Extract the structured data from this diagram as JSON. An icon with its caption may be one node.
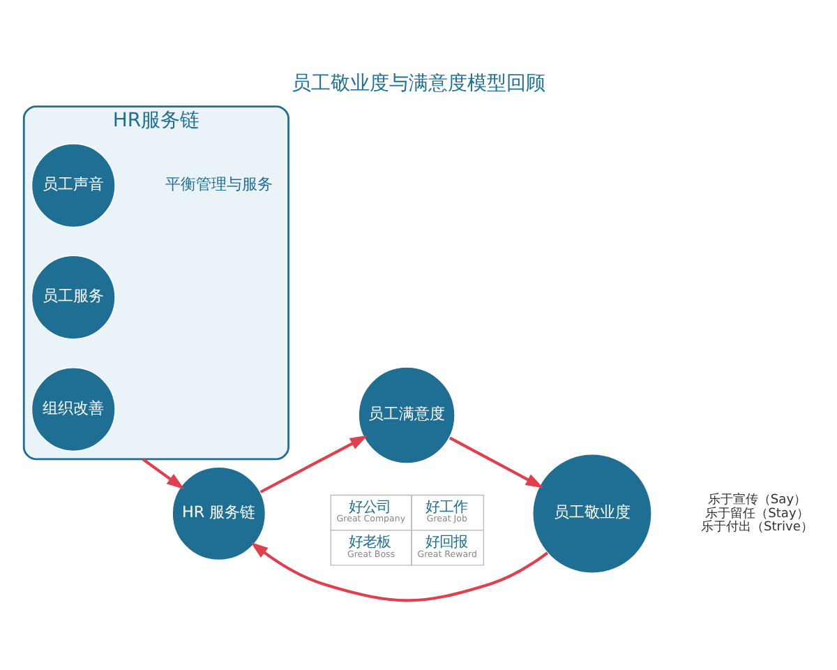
{
  "diagram": {
    "title": "员工敬业度与满意度模型回顾",
    "nodes": [
      {
        "text": [
          "HR服务链"
        ],
        "beside": [
          "平衡管理与服务"
        ]
      },
      {
        "text": [
          "组织改善"
        ],
        "in": 0
      },
      {
        "text": [
          "员工服务"
        ],
        "in": 0
      },
      {
        "text": [
          "员工声音"
        ],
        "in": 0
      },
      {
        "text": [
          "HR 服务链"
        ]
      },
      {
        "text": [
          "员工满意度"
        ]
      },
      {
        "text": [
          "员工敬业度"
        ],
        "beside": [
          "乐于宣传（Say）",
          "乐于留任（Stay）",
          "乐于付出（Strive）"
        ]
      }
    ],
    "edges": [
      {
        "from": 0,
        "to": 4,
        "arrow": "to"
      },
      {
        "from": 4,
        "to": 5,
        "arrow": "to"
      },
      {
        "from": 5,
        "to": 6,
        "arrow": "to"
      },
      {
        "from": 6,
        "to": 4,
        "arrow": "to"
      }
    ],
    "labels": [
      "好公司",
      "Great Company",
      "好工作",
      "Great Job",
      "好老板",
      "Great Boss",
      "好回报",
      "Great Reward"
    ]
  }
}
